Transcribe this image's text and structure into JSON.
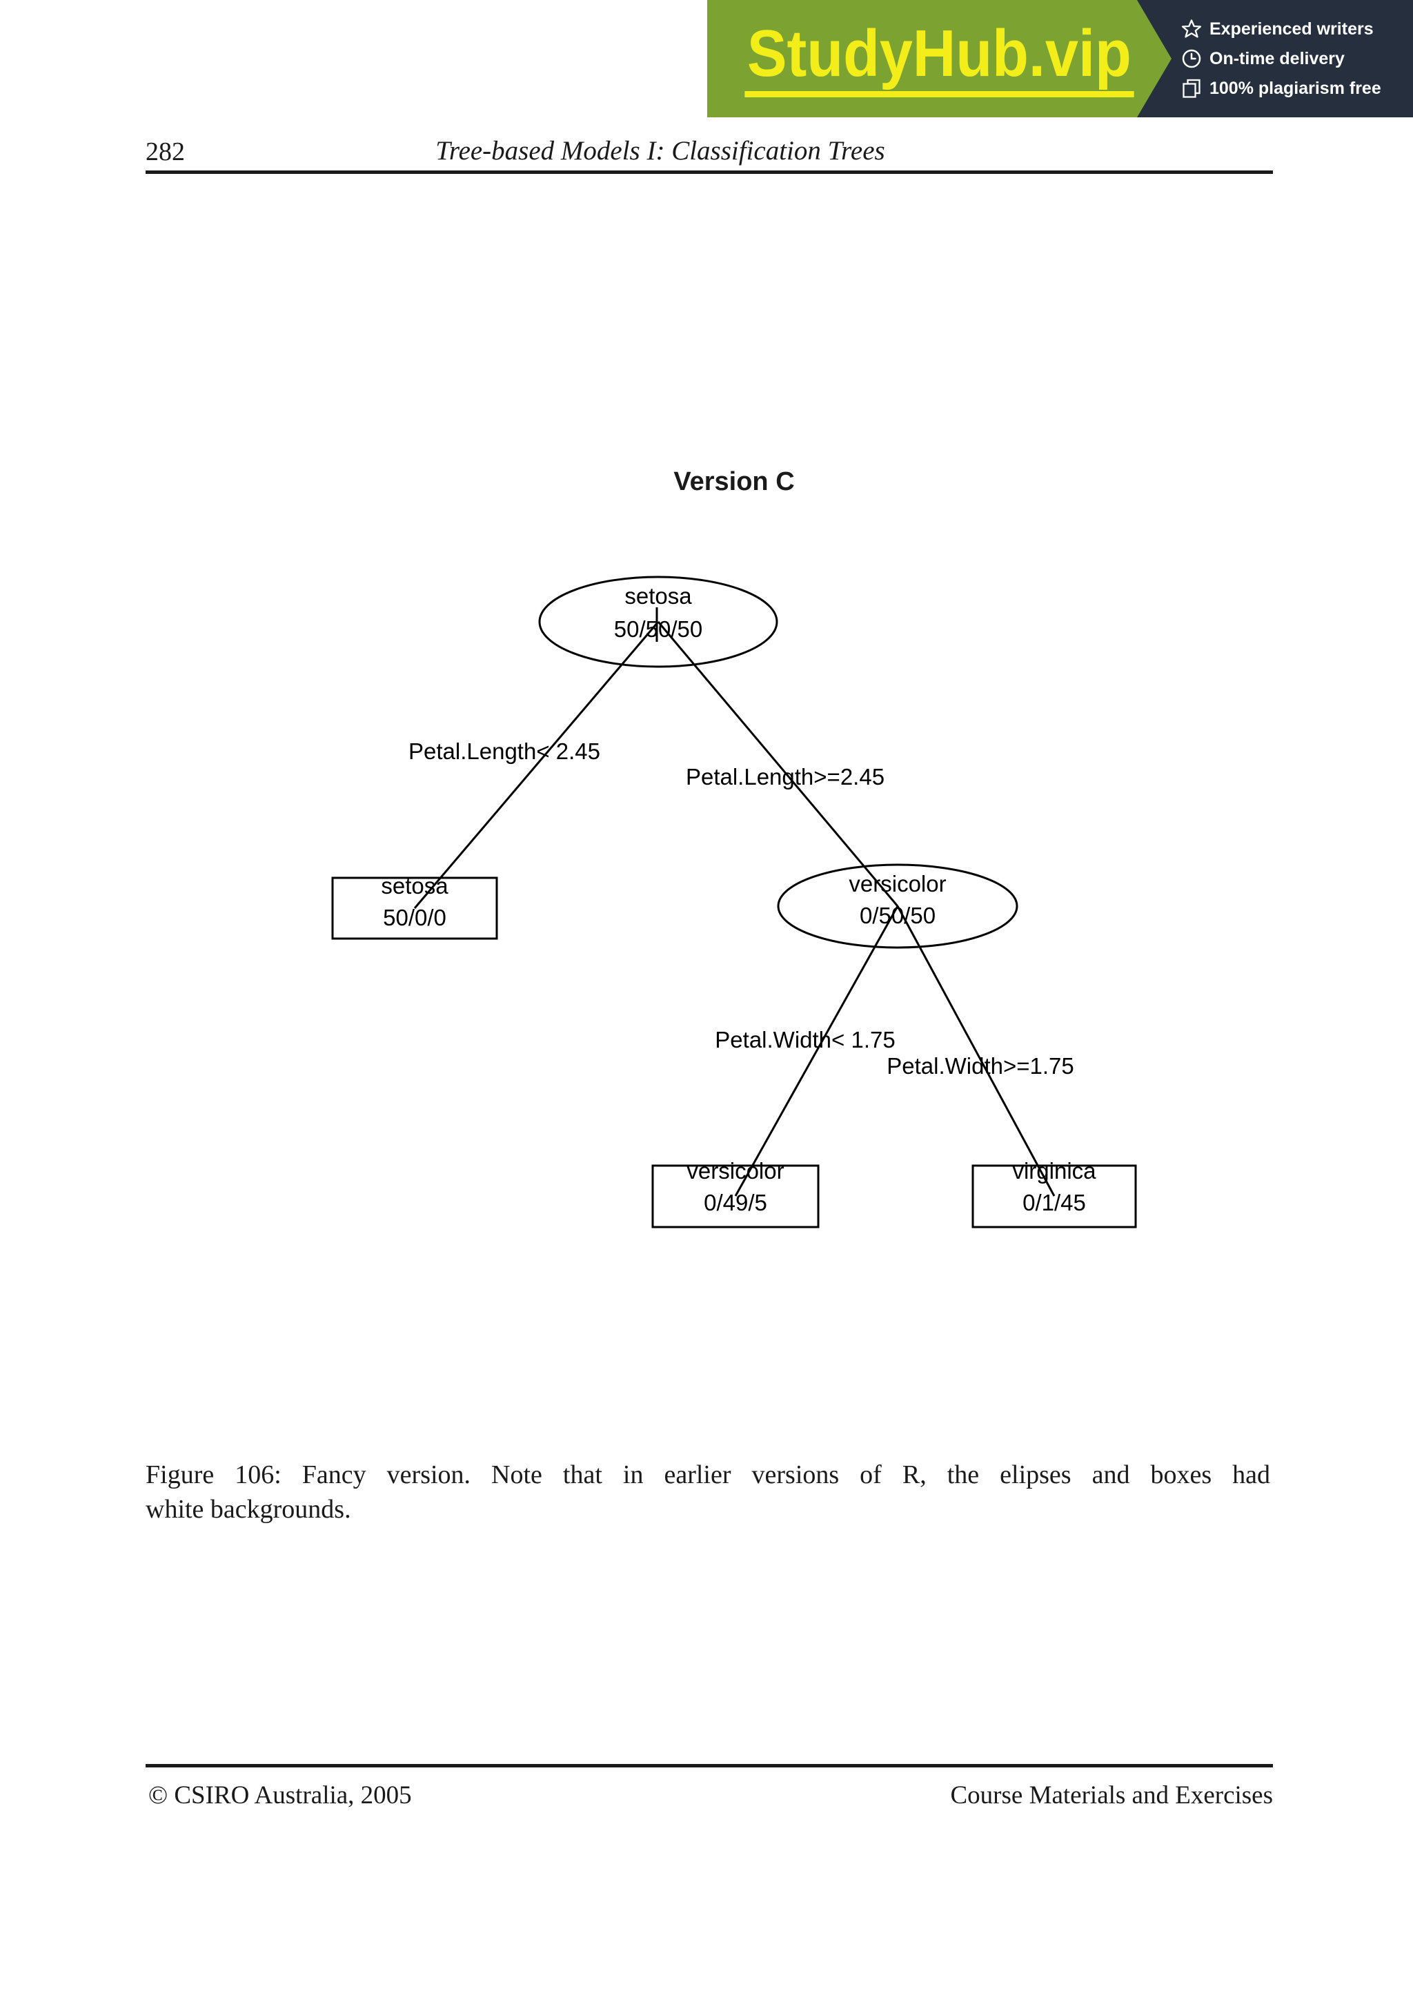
{
  "banner": {
    "brand": "StudyHub.vip",
    "features": [
      {
        "icon": "star-icon",
        "label": "Experienced writers"
      },
      {
        "icon": "clock-icon",
        "label": "On-time delivery"
      },
      {
        "icon": "copy-icon",
        "label": "100% plagiarism free"
      }
    ],
    "colors": {
      "green": "#7ca331",
      "navy": "#262f3e",
      "yellow": "#f3ee19"
    }
  },
  "header": {
    "page_number": "282",
    "running_title": "Tree-based Models I: Classification Trees"
  },
  "figure": {
    "title": "Version C",
    "tree": {
      "root": {
        "class_label": "setosa",
        "counts": "50/50/50"
      },
      "splits": {
        "root_left": "Petal.Length< 2.45",
        "root_right": "Petal.Length>=2.45",
        "versicolor_left": "Petal.Width< 1.75",
        "versicolor_right": "Petal.Width>=1.75"
      },
      "setosa_leaf": {
        "class_label": "setosa",
        "counts": "50/0/0"
      },
      "versicolor_node": {
        "class_label": "versicolor",
        "counts": "0/50/50"
      },
      "versicolor_leaf": {
        "class_label": "versicolor",
        "counts": "0/49/5"
      },
      "virginica_leaf": {
        "class_label": "virginica",
        "counts": "0/1/45"
      }
    }
  },
  "caption": {
    "line1": "Figure 106: Fancy version. Note that in earlier versions of R, the elipses and boxes had",
    "line2": "white backgrounds."
  },
  "footer": {
    "left": "© CSIRO Australia, 2005",
    "right": "Course Materials and Exercises"
  }
}
